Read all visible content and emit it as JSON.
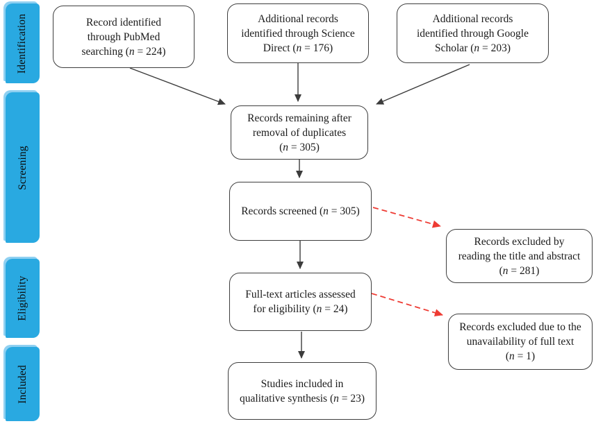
{
  "sidebar": {
    "identification": "Identification",
    "screening": "Screening",
    "eligibility": "Eligibility",
    "included": "Included"
  },
  "nodes": {
    "pubmed": {
      "lines": [
        "Record identified",
        "through PubMed",
        "searching (n = 224)"
      ],
      "n": 224
    },
    "sciencedirect": {
      "lines": [
        "Additional records",
        "identified through Science",
        "Direct (n = 176)"
      ],
      "n": 176
    },
    "googlescholar": {
      "lines": [
        "Additional records",
        "identified through Google",
        "Scholar (n = 203)"
      ],
      "n": 203
    },
    "duplicates": {
      "lines": [
        "Records remaining after",
        "removal of duplicates",
        "(n = 305)"
      ],
      "n": 305
    },
    "screened": {
      "lines": [
        "Records screened (n = 305)"
      ],
      "n": 305
    },
    "fulltext": {
      "lines": [
        "Full-text articles assessed",
        "for eligibility (n = 24)"
      ],
      "n": 24
    },
    "studies": {
      "lines": [
        "Studies included in",
        "qualitative synthesis (n = 23)"
      ],
      "n": 23
    },
    "excluded_abstract": {
      "lines": [
        "Records excluded by",
        "reading the title and abstract",
        "(n = 281)"
      ],
      "n": 281
    },
    "excluded_fulltext": {
      "lines": [
        "Records excluded due to the",
        "unavailability of full text",
        "(n = 1)"
      ],
      "n": 1
    }
  },
  "colors": {
    "tab_fill": "#29A9E1",
    "tab_highlight": "#8FD0F1",
    "line_dark": "#3C3C3C",
    "arrow_red": "#EE3B33",
    "box_border": "#3D3D3D",
    "text": "#1A1A1A",
    "background": "#FFFFFF"
  }
}
